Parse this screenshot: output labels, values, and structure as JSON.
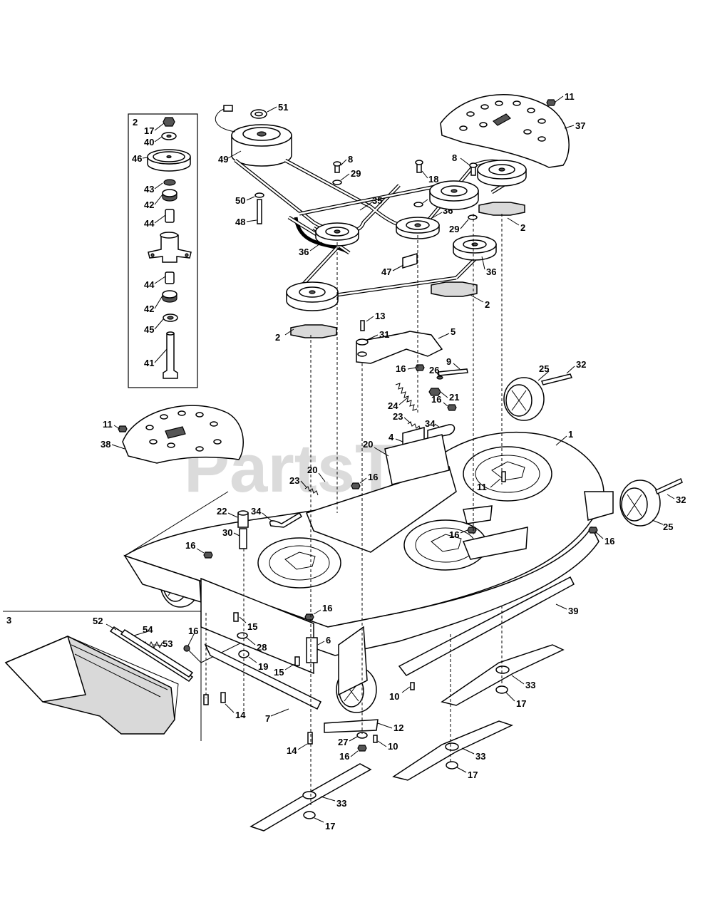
{
  "watermark": {
    "text": "PartsTree",
    "tm": "™"
  },
  "insets": {
    "spindle_ref": "2",
    "deflector_ref": "3"
  },
  "callouts": {
    "c51": "51",
    "c11a": "11",
    "c37": "37",
    "c17a": "17",
    "c40": "40",
    "c46": "46",
    "c43": "43",
    "c42a": "42",
    "c44a": "44",
    "c44b": "44",
    "c42b": "42",
    "c45": "45",
    "c41": "41",
    "c49": "49",
    "c8a": "8",
    "c29a": "29",
    "c50": "50",
    "c48": "48",
    "c35": "35",
    "c8b": "8",
    "c18": "18",
    "c29b": "29",
    "c36a": "36",
    "c29c": "29",
    "c2a": "2",
    "c36b": "36",
    "c47": "47",
    "c36c": "36",
    "c2b": "2",
    "c2c": "2",
    "c13": "13",
    "c31": "31",
    "c5": "5",
    "c9": "9",
    "c16a": "16",
    "c26": "26",
    "c25a": "25",
    "c32a": "32",
    "c24": "24",
    "c21": "21",
    "c16b": "16",
    "c23a": "23",
    "c34a": "34",
    "c11b": "11",
    "c38": "38",
    "c4": "4",
    "c1": "1",
    "c20a": "20",
    "c20b": "20",
    "c16c": "16",
    "c11c": "11",
    "c32b": "32",
    "c23b": "23",
    "c22": "22",
    "c34b": "34",
    "c16d": "16",
    "c25b": "25",
    "c16e": "16",
    "c30": "30",
    "c16f": "16",
    "c16g": "16",
    "c39": "39",
    "c52": "52",
    "c54": "54",
    "c15a": "15",
    "c16h": "16",
    "c53": "53",
    "c28": "28",
    "c6": "6",
    "c19": "19",
    "c15b": "15",
    "c33a": "33",
    "c10a": "10",
    "c17b": "17",
    "c14a": "14",
    "c7": "7",
    "c12": "12",
    "c14b": "14",
    "c27": "27",
    "c10b": "10",
    "c16i": "16",
    "c33b": "33",
    "c17c": "17",
    "c33c": "33",
    "c17d": "17"
  }
}
